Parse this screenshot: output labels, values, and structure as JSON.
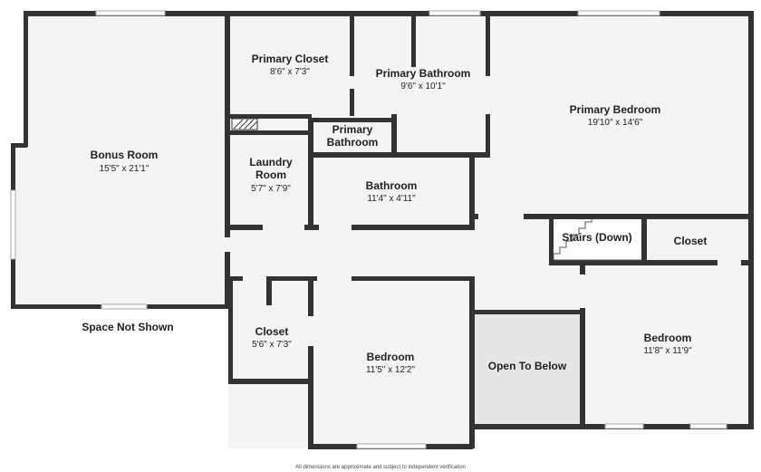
{
  "rooms": {
    "bonus_room": {
      "name": "Bonus Room",
      "dim": "15'5\" x 21'1\""
    },
    "primary_closet": {
      "name": "Primary Closet",
      "dim": "8'6\" x 7'3\""
    },
    "primary_bathroom_main": {
      "name": "Primary Bathroom",
      "dim": "9'6\" x 10'1\""
    },
    "primary_bedroom": {
      "name": "Primary Bedroom",
      "dim": "19'10\" x 14'6\""
    },
    "primary_bathroom_small": {
      "name_line1": "Primary",
      "name_line2": "Bathroom"
    },
    "laundry_room": {
      "name_line1": "Laundry",
      "name_line2": "Room",
      "dim": "5'7\" x 7'9\""
    },
    "bathroom": {
      "name": "Bathroom",
      "dim": "11'4\" x 4'11\""
    },
    "stairs": {
      "name": "Stairs (Down)"
    },
    "hall_closet": {
      "name": "Closet"
    },
    "closet": {
      "name": "Closet",
      "dim": "5'6\" x 7'3\""
    },
    "bedroom_center": {
      "name": "Bedroom",
      "dim": "11'5\" x 12'2\""
    },
    "open_to_below": {
      "name": "Open To Below"
    },
    "bedroom_right": {
      "name": "Bedroom",
      "dim": "11'8\" x 11'9\""
    }
  },
  "notes": {
    "space_not_shown": "Space Not Shown",
    "disclaimer": "All dimensions are approximate and subject to independent verification"
  }
}
